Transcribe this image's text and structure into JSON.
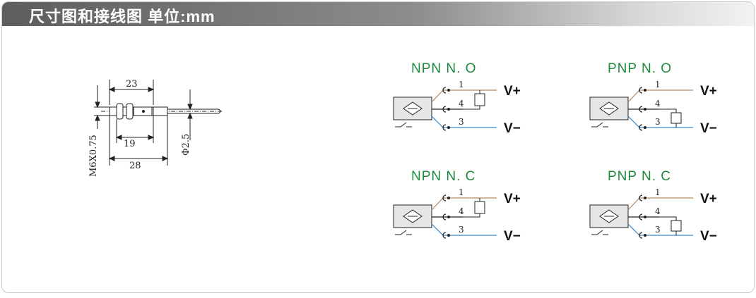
{
  "header": {
    "title": "尺寸图和接线图 单位:mm"
  },
  "dimensions": {
    "overall_length": "23",
    "thread_length": "19",
    "total_length": "28",
    "thread_spec": "M6X0.75",
    "cable_diameter": "Φ2.5"
  },
  "wiring": [
    {
      "title": "NPN  N. O",
      "pins": [
        "1",
        "4",
        "3"
      ],
      "vplus": "V+",
      "vminus": "V−"
    },
    {
      "title": "PNP  N. O",
      "pins": [
        "1",
        "4",
        "3"
      ],
      "vplus": "V+",
      "vminus": "V−"
    },
    {
      "title": "NPN  N. C",
      "pins": [
        "1",
        "4",
        "3"
      ],
      "vplus": "V+",
      "vminus": "V−"
    },
    {
      "title": "PNP  N. C",
      "pins": [
        "1",
        "4",
        "3"
      ],
      "vplus": "V+",
      "vminus": "V−"
    }
  ],
  "colors": {
    "brown_wire": "#b08a66",
    "black_wire": "#222222",
    "blue_wire": "#3a86c8",
    "title_green": "#1e8a3c"
  }
}
